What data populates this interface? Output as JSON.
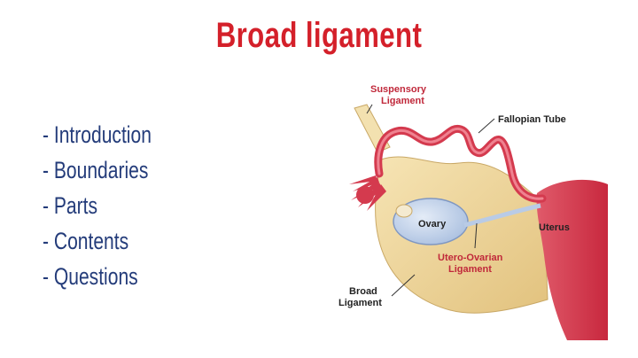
{
  "slide": {
    "title": "Broad ligament",
    "topics": [
      "- Introduction",
      "- Boundaries",
      "- Parts",
      "- Contents",
      "- Questions"
    ]
  },
  "diagram": {
    "labels": {
      "suspensory_line1": "Suspensory",
      "suspensory_line2": "Ligament",
      "fallopian_tube": "Fallopian Tube",
      "ovary": "Ovary",
      "uterus": "Uterus",
      "utero_ovarian_line1": "Utero-Ovarian",
      "utero_ovarian_line2": "Ligament",
      "broad_line1": "Broad",
      "broad_line2": "Ligament"
    },
    "colors": {
      "tube_red": "#d43a4e",
      "ligament_tan": "#ecd39a",
      "ovary_blue": "#b9cbe6",
      "title_red": "#d4202a",
      "topic_blue": "#243c7a"
    }
  }
}
